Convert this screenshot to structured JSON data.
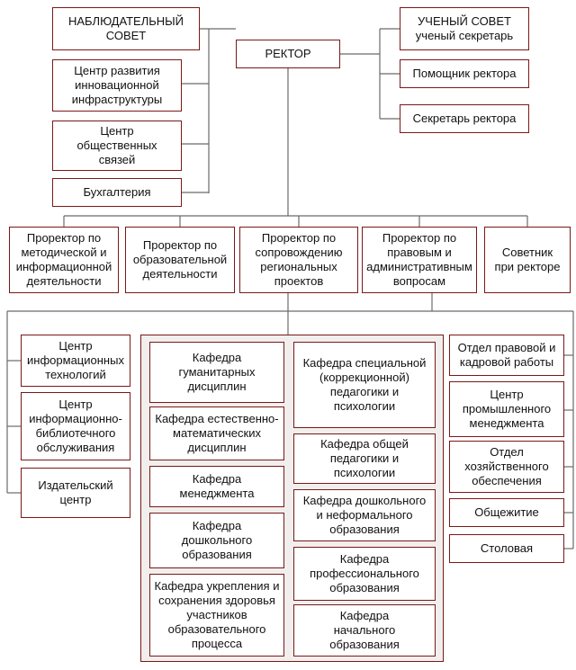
{
  "colors": {
    "border": "#7a1818",
    "line": "#6a6a6a",
    "panel": "#f1efed"
  },
  "top": {
    "rector": "РЕКТОР",
    "supervisory_board": "НАБЛЮДАТЕЛЬНЫЙ\nСОВЕТ",
    "academic_council": "УЧЕНЫЙ СОВЕТ\nученый секретарь",
    "assistant": "Помощник ректора",
    "secretary": "Секретарь ректора",
    "innovation_center": "Центр развития\nинновационной\nинфраструктуры",
    "pr_center": "Центр\nобщественных\nсвязей",
    "accounting": "Бухгалтерия"
  },
  "vice_rectors": {
    "methodical": "Проректор по\nметодической и\nинформационной\nдеятельности",
    "educational": "Проректор по\nобразовательной\nдеятельности",
    "regional": "Проректор по\nсопровождению\nрегиональных\nпроектов",
    "legal": "Проректор по\nправовым и\nадминистративным\nвопросам",
    "advisor": "Советник\nпри ректоре"
  },
  "left_units": {
    "it_center": "Центр\nинформационных\nтехнологий",
    "library_center": "Центр\nинформационно-\nбиблиотечного\nобслуживания",
    "publishing": "Издательский\nцентр"
  },
  "departments": {
    "humanities": "Кафедра\nгуманитарных\nдисциплин",
    "natural_math": "Кафедра естественно-\nматематических\nдисциплин",
    "management": "Кафедра\nменеджмента",
    "preschool": "Кафедра\nдошкольного\nобразования",
    "health": "Кафедра укрепления и\nсохранения здоровья\nучастников\nобразовательного\nпроцесса",
    "special_pedagogy": "Кафедра специальной\n(коррекционной)\nпедагогики и\nпсихологии",
    "general_pedagogy": "Кафедра общей\nпедагогики и\nпсихологии",
    "preschool_nonformal": "Кафедра дошкольного\nи неформального\nобразования",
    "professional": "Кафедра\nпрофессионального\nобразования",
    "primary": "Кафедра\nначального\nобразования"
  },
  "right_units": {
    "legal_hr": "Отдел правовой и\nкадровой работы",
    "industrial_mgmt": "Центр\nпромышленного\nменеджмента",
    "economic": "Отдел\nхозяйственного\nобеспечения",
    "dormitory": "Общежитие",
    "canteen": "Столовая"
  }
}
